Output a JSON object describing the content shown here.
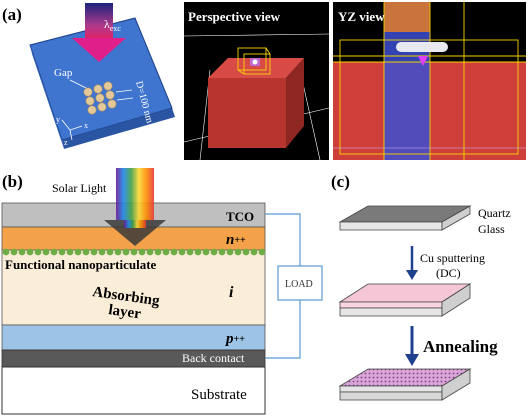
{
  "panel_a": {
    "label": "(a)",
    "lambda": "λ",
    "lambda_sub": "exc",
    "gap_label": "Gap",
    "d_label": "D=100 nm",
    "axis_y": "y",
    "axis_z": "z",
    "axis_x": "x",
    "perspective_title": "Perspective view",
    "yz_title": "YZ view"
  },
  "panel_b": {
    "label": "(b)",
    "solar_light": "Solar Light",
    "tco": "TCO",
    "n_layer": "n",
    "n_sup": "++",
    "functional_np": "Functional nanoparticulate",
    "absorbing": "Absorbing",
    "layer": "layer",
    "i_layer": "i",
    "p_layer": "p",
    "p_sup": "++",
    "back_contact": "Back contact",
    "substrate": "Substrate",
    "load": "LOAD"
  },
  "panel_c": {
    "label": "(c)",
    "quartz": "Quartz",
    "glass": "Glass",
    "cu_sputtering": "Cu sputtering",
    "dc": "(DC)",
    "annealing": "Annealing"
  },
  "colors": {
    "tco": "#bfbfbf",
    "n_layer": "#f4a24a",
    "absorbing": "#fbeed8",
    "p_layer": "#9dc3e6",
    "back_contact": "#595959",
    "nanoparticles": "#70ad47",
    "substrate_3d": "#4a7fd4",
    "render_red": "#c8413c",
    "wire": "#5b9bd5",
    "pink_film": "#f4c6d6"
  }
}
